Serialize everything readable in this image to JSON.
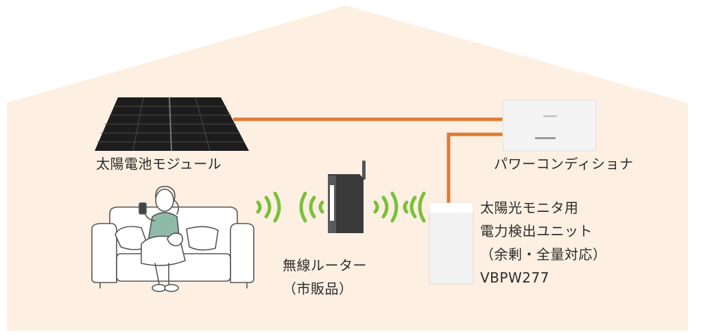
{
  "colors": {
    "house": "#fdf0e2",
    "cable": "#e07a33",
    "wifi": "#7bbf3a",
    "panel": "#1d1d1d",
    "device": "#f2f2f2"
  },
  "devices": {
    "solar_module": {
      "label": "太陽電池モジュール"
    },
    "power_conditioner": {
      "label": "パワーコンディショナ"
    },
    "router": {
      "label_line1": "無線ルーター",
      "label_line2": "（市販品）"
    },
    "monitor_unit": {
      "label_line1": "太陽光モニタ用",
      "label_line2": "電力検出ユニット",
      "label_line3": "（余剰・全量対応）",
      "label_line4": "VBPW277"
    }
  },
  "icons": [
    "house-outline",
    "solar-panel-icon",
    "power-conditioner-icon",
    "router-icon",
    "wifi-signal-icon",
    "monitor-unit-icon",
    "person-on-sofa-illustration"
  ]
}
